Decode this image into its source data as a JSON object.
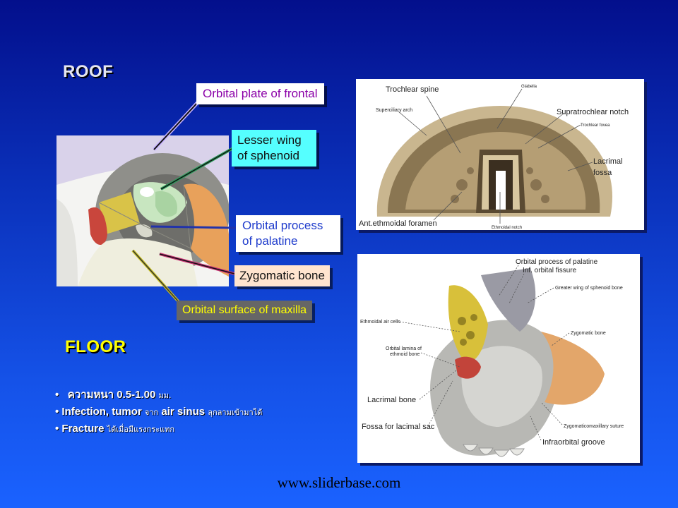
{
  "headings": {
    "roof": "ROOF",
    "floor": "FLOOR"
  },
  "labels": {
    "orbital_plate_frontal": "Orbital plate of frontal",
    "lesser_wing_1": "Lesser wing",
    "lesser_wing_2": "of sphenoid",
    "orbital_process_1": "Orbital process",
    "orbital_process_2": "of palatine",
    "zygomatic": "Zygomatic bone",
    "orbital_surface_maxilla": "Orbital surface of maxilla"
  },
  "roof_figure": {
    "trochlear_spine": "Trochlear spine",
    "glabella": "Glabella",
    "superciliary_arch": "Superciliary arch",
    "supratrochlear_notch": "Supratrochlear notch",
    "trochlear_fovea": "Trochlear fovea",
    "lacrimal_fossa_1": "Lacrimal",
    "lacrimal_fossa_2": "fossa",
    "ant_ethmoidal_foramen": "Ant.ethmoidal foramen",
    "ethmoidal_notch": "Ethmoidal notch"
  },
  "floor_figure": {
    "orbital_process_palatine": "Orbital process of palatine",
    "inf_orbital_fissure": "Inf. orbital fissure",
    "greater_wing": "Greater wing of sphenoid bone",
    "ethmoidal_air_cells": "Ethmoidal air cells",
    "zygomatic_bone": "Zygomatic bone",
    "orbital_lamina_1": "Orbital lamina of",
    "orbital_lamina_2": "ethmoid bone",
    "lacrimal_bone": "Lacrimal bone",
    "fossa_lacrimal_sac": "Fossa for lacimal sac",
    "zygomaticomaxillary": "Zygomaticomaxillary suture",
    "infraorbital_groove": "Infraorbital groove"
  },
  "bullets": [
    {
      "bold": "ความหนา   0.5-1.00",
      "small": "มม."
    },
    {
      "bold": "Infection, tumor",
      "small": "จาก",
      "bold2": "air sinus",
      "small2": "ลุกลามเข้ามาได้"
    },
    {
      "bold": "Fracture",
      "small": "ได้เมื่อมีแรงกระแทก"
    }
  ],
  "footer": "www.sliderbase.com",
  "colors": {
    "frontal_label_text": "#8b00a8",
    "lesser_wing_bg": "#55ffff",
    "orbital_process_text": "#1f3ccc",
    "zygomatic_bg": "#ffe4cf",
    "maxilla_label_bg": "#666666",
    "maxilla_label_text": "#ffff00",
    "floor_heading": "#ffff00"
  }
}
